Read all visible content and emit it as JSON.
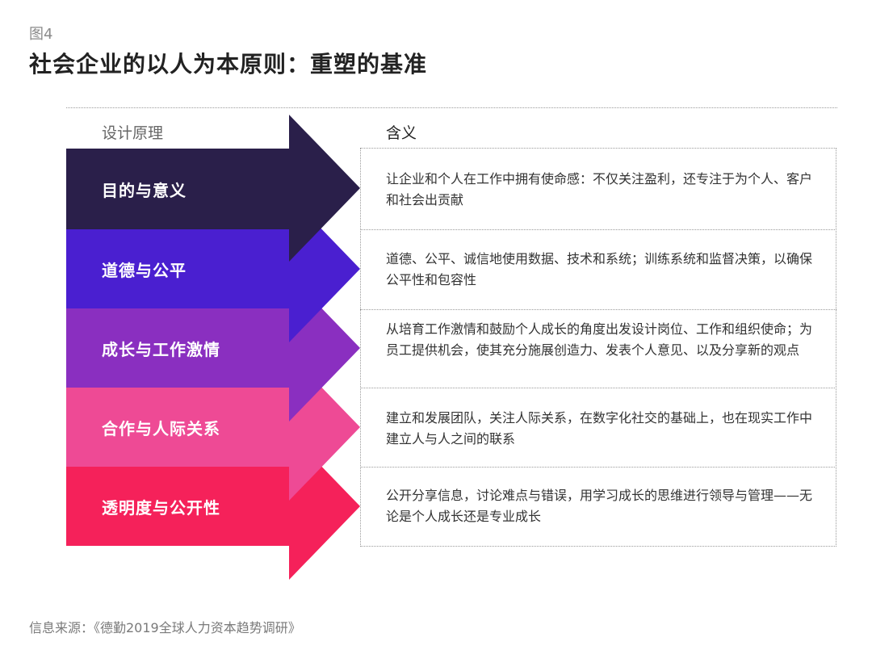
{
  "figure_label": "图4",
  "title": "社会企业的以人为本原则：重塑的基准",
  "headers": {
    "principle": "设计原理",
    "meaning": "含义"
  },
  "rows": [
    {
      "principle": "目的与意义",
      "meaning": "让企业和个人在工作中拥有使命感：不仅关注盈利，还专注于为个人、客户和社会出贡献",
      "color": "#2a1f4a"
    },
    {
      "principle": "道德与公平",
      "meaning": "道德、公平、诚信地使用数据、技术和系统；训练系统和监督决策，以确保公平性和包容性",
      "color": "#4a1fd0"
    },
    {
      "principle": "成长与工作激情",
      "meaning": "从培育工作激情和鼓励个人成长的角度出发设计岗位、工作和组织使命；为员工提供机会，使其充分施展创造力、发表个人意见、以及分享新的观点",
      "color": "#8a2fc0"
    },
    {
      "principle": "合作与人际关系",
      "meaning": "建立和发展团队，关注人际关系，在数字化社交的基础上，也在现实工作中建立人与人之间的联系",
      "color": "#ee4a95"
    },
    {
      "principle": "透明度与公开性",
      "meaning": "公开分享信息，讨论难点与错误，用学习成长的思维进行领导与管理——无论是个人成长还是专业成长",
      "color": "#f5215a"
    }
  ],
  "source": "信息来源：《德勤2019全球人力资本趋势调研》"
}
